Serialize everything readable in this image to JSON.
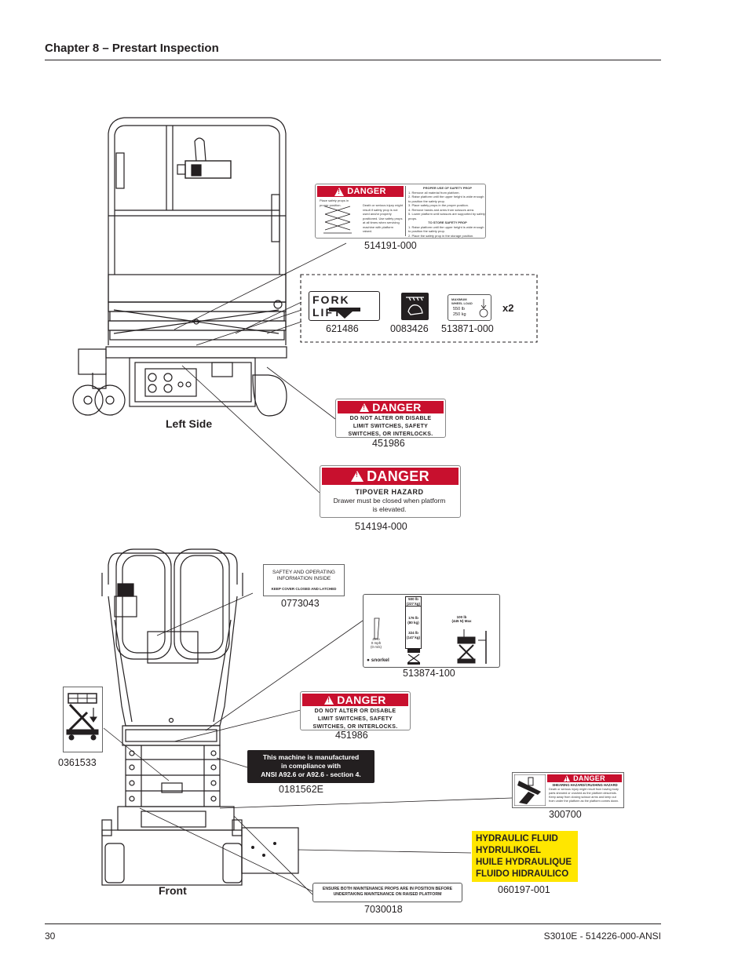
{
  "header": {
    "title": "Chapter 8 – Prestart Inspection"
  },
  "footer": {
    "page_number": "30",
    "doc_id": "S3010E - 514226-000-ANSI"
  },
  "views": {
    "left_side": "Left Side",
    "front": "Front"
  },
  "decals": {
    "safety_prop": {
      "part": "514191-000",
      "band": "DANGER",
      "panel_title": "PROPER USE OF SAFETY PROP",
      "store_title": "TO STORE SAFETY PROP",
      "steps": [
        "1. Remove all material from platform.",
        "2. Raise platform until the upper height is wide enough to position the safety prop.",
        "3. Place safety props in the proper position.",
        "4. Remove hands and arms from scissors area.",
        "5. Lower platform until scissors are supported by safety props."
      ],
      "store_steps": [
        "1. Raise platform until the upper height is wide enough to position the safety prop.",
        "2. Place the safety prop in the storage position."
      ],
      "warning": "Death or serious injury might result if safety prop is not used and/or properly positioned. Use safety props at all times when servicing machine with platform raised.",
      "diagram_caption": "Place safety props in proper position."
    },
    "fork_lift": {
      "part": "621486",
      "text": "FORK LIFT"
    },
    "icon_decal": {
      "part": "0083426"
    },
    "wheel_load": {
      "part": "513871-000",
      "line1": "MAXIMUM",
      "line2": "WHEEL LOAD",
      "lb": "550 lb",
      "kg": "250 kg"
    },
    "multiplier": "x2",
    "limit_switches_left": {
      "part": "451986",
      "band": "DANGER",
      "lines": [
        "DO NOT ALTER OR DISABLE",
        "LIMIT SWITCHES, SAFETY",
        "SWITCHES, OR INTERLOCKS."
      ]
    },
    "tipover": {
      "part": "514194-000",
      "band": "DANGER",
      "title": "TIPOVER HAZARD",
      "lines": [
        "Drawer must be closed when platform",
        "is elevated."
      ]
    },
    "operating_info": {
      "part": "0773043",
      "lines": [
        "SAFTEY AND OPERATING",
        "INFORMATION INSIDE"
      ],
      "sub": "KEEP COVER CLOSED AND LATCHED"
    },
    "capacity": {
      "part": "513874-100",
      "load1": "500 lb",
      "load1b": "(227 kg)",
      "load2": "176 lb",
      "load2b": "(80 kg)",
      "load3": "324 lb",
      "load3b": "(147 kg)",
      "wind1": "Zero",
      "wind2": "0 mph",
      "wind3": "(0 m/s)",
      "force1": "100 lb",
      "force2": "(445 N) Max",
      "brand": "snorkel"
    },
    "limit_switches_front": {
      "part": "451986",
      "band": "DANGER",
      "lines": [
        "DO NOT ALTER OR DISABLE",
        "LIMIT SWITCHES, SAFETY",
        "SWITCHES, OR INTERLOCKS."
      ]
    },
    "scissor_pictogram": {
      "part": "0361533"
    },
    "ansi": {
      "part": "0181562E",
      "lines": [
        "This machine is manufactured",
        "in compliance with",
        "ANSI A92.6 or A92.6 - section 4."
      ]
    },
    "shearing": {
      "part": "300700",
      "band": "DANGER",
      "title": "SHEARING HAZARD/CRUSHING HAZARD",
      "body": "Death or serious injury might result from having body parts sheared or crushed as the platform descends. Keep away from closing scissor arms and keep out from under the platform as the platform comes down."
    },
    "hydraulic": {
      "part": "060197-001",
      "lines": [
        "HYDRAULIC FLUID",
        "HYDRULIKOEL",
        "HUILE HYDRAULIQUE",
        "FLUIDO HIDRAULICO"
      ]
    },
    "maintenance_props": {
      "part": "7030018",
      "lines": [
        "ENSURE BOTH MAINTENANCE PROPS ARE IN POSITION BEFORE",
        "UNDERTAKING MAINTENANCE ON RAISED PLATFORM"
      ]
    }
  },
  "colors": {
    "danger_red": "#c8102e",
    "hydraulic_yellow": "#ffe600",
    "ink": "#231f20"
  }
}
